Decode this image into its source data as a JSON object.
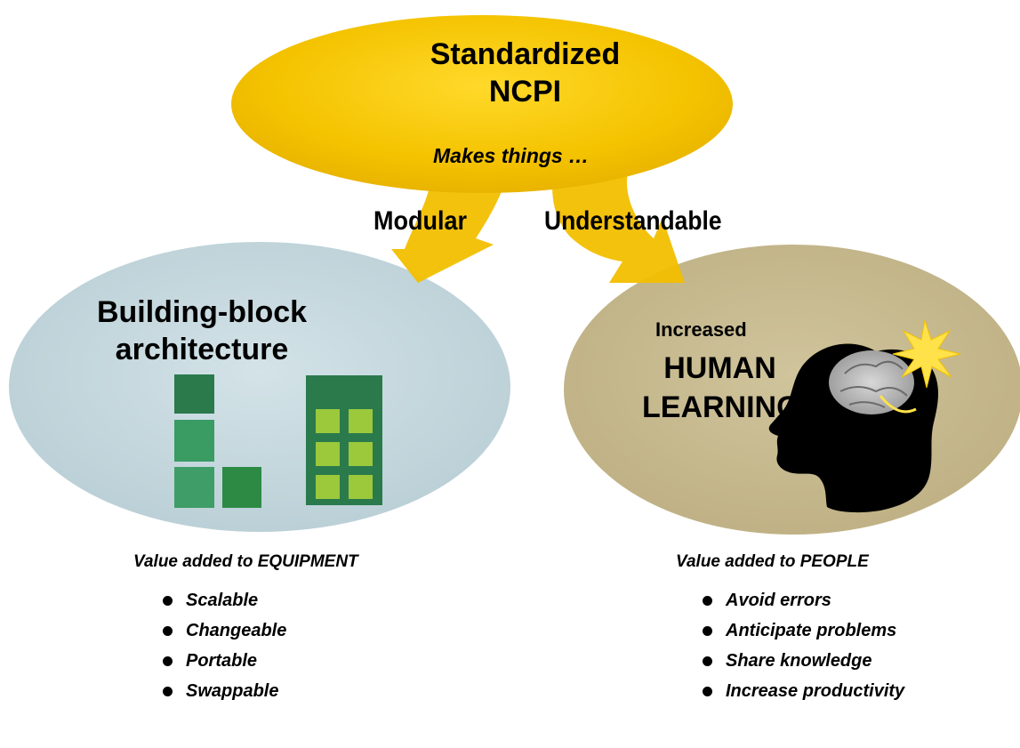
{
  "top": {
    "title_line1": "Standardized",
    "title_line2": "NCPI",
    "subtitle": "Makes things …"
  },
  "arrows": {
    "left_label": "Modular",
    "right_label": "Understandable"
  },
  "left": {
    "title_line1": "Building-block",
    "title_line2": "architecture",
    "heading": "Value added to EQUIPMENT",
    "bullets": [
      "Scalable",
      "Changeable",
      "Portable",
      "Swappable"
    ]
  },
  "right": {
    "pre_title": "Increased",
    "title_line1": "HUMAN",
    "title_line2": "LEARNING",
    "heading": "Value added to PEOPLE",
    "bullets": [
      "Avoid errors",
      "Anticipate problems",
      "Share knowledge",
      "Increase productivity"
    ]
  },
  "colors": {
    "top_ellipse": "#f2c200",
    "left_ellipse": "#c3d6dc",
    "right_ellipse": "#c6b98e",
    "block_dark": "#2e7d4f",
    "block_mid": "#3e9a62",
    "block_light_green": "#9cc93c",
    "silhouette": "#000000",
    "flash": "#ffe24a"
  }
}
